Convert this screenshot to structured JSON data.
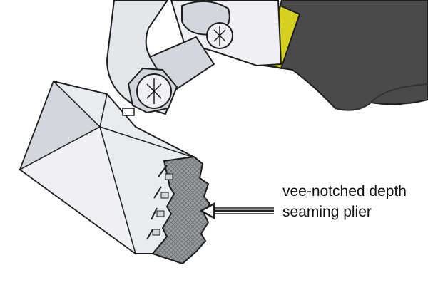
{
  "caption": {
    "line1": "vee-notched depth",
    "line2": "seaming plier"
  },
  "colors": {
    "background": "#ffffff",
    "metal_light": "#eef0f3",
    "metal_mid": "#d3d7dd",
    "metal_dark": "#a7acb4",
    "outline": "#1d1d1d",
    "grip": "#4a4a4a",
    "grip_dark": "#333333",
    "band": "#d6d11f",
    "jaw_texture": "#8a8d92",
    "arrow": "#222222"
  },
  "icons": {
    "tool": "seaming-plier-illustration",
    "pointer": "left-arrow-icon"
  }
}
